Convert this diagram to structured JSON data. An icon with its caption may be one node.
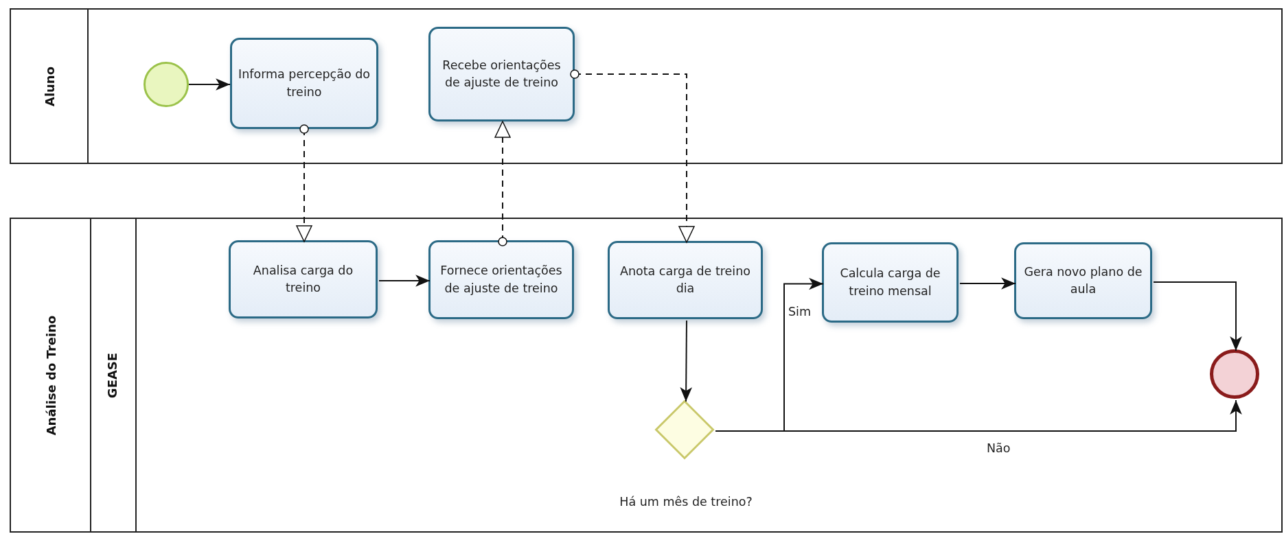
{
  "diagram": {
    "nodes": [
      {
        "text": [
          "Aluno"
        ]
      },
      {
        "text": [],
        "shape": "circle",
        "in": 0
      },
      {
        "text": [
          "Informa percepção do treino"
        ],
        "in": 0
      },
      {
        "text": [
          "Recebe orientações de ajuste de treino"
        ],
        "in": 0
      },
      {
        "text": [
          "Análise do Treino"
        ]
      },
      {
        "text": [
          "GEASE"
        ],
        "in": 4
      },
      {
        "text": [
          "Analisa carga do treino"
        ],
        "in": 5
      },
      {
        "text": [
          "Fornece orientações  de ajuste de treino"
        ],
        "in": 5
      },
      {
        "text": [
          "Anota carga de treino dia"
        ],
        "in": 5
      },
      {
        "text": [],
        "shape": "diamond",
        "in": 5,
        "beside": [
          "Há um mês de treino?"
        ]
      },
      {
        "text": [
          "Calcula carga de treino mensal"
        ],
        "in": 5
      },
      {
        "text": [
          "Gera novo plano de aula"
        ],
        "in": 5
      },
      {
        "text": [],
        "shape": "circle",
        "in": 5
      }
    ],
    "edges": [
      {
        "from": 1,
        "to": 2,
        "arrow": "to"
      },
      {
        "from": 2,
        "to": 6,
        "arrow": "to",
        "style": "dashed"
      },
      {
        "from": 6,
        "to": 7,
        "arrow": "to"
      },
      {
        "from": 7,
        "to": 3,
        "arrow": "to",
        "style": "dashed"
      },
      {
        "from": 3,
        "to": 8,
        "arrow": "to",
        "style": "dashed"
      },
      {
        "from": 8,
        "to": 9,
        "arrow": "to"
      },
      {
        "from": 9,
        "to": 10,
        "arrow": "to",
        "label": "Sim"
      },
      {
        "from": 9,
        "to": 12,
        "arrow": "to",
        "label": "Não"
      },
      {
        "from": 10,
        "to": 11,
        "arrow": "to"
      },
      {
        "from": 11,
        "to": 12,
        "arrow": "to"
      }
    ]
  }
}
